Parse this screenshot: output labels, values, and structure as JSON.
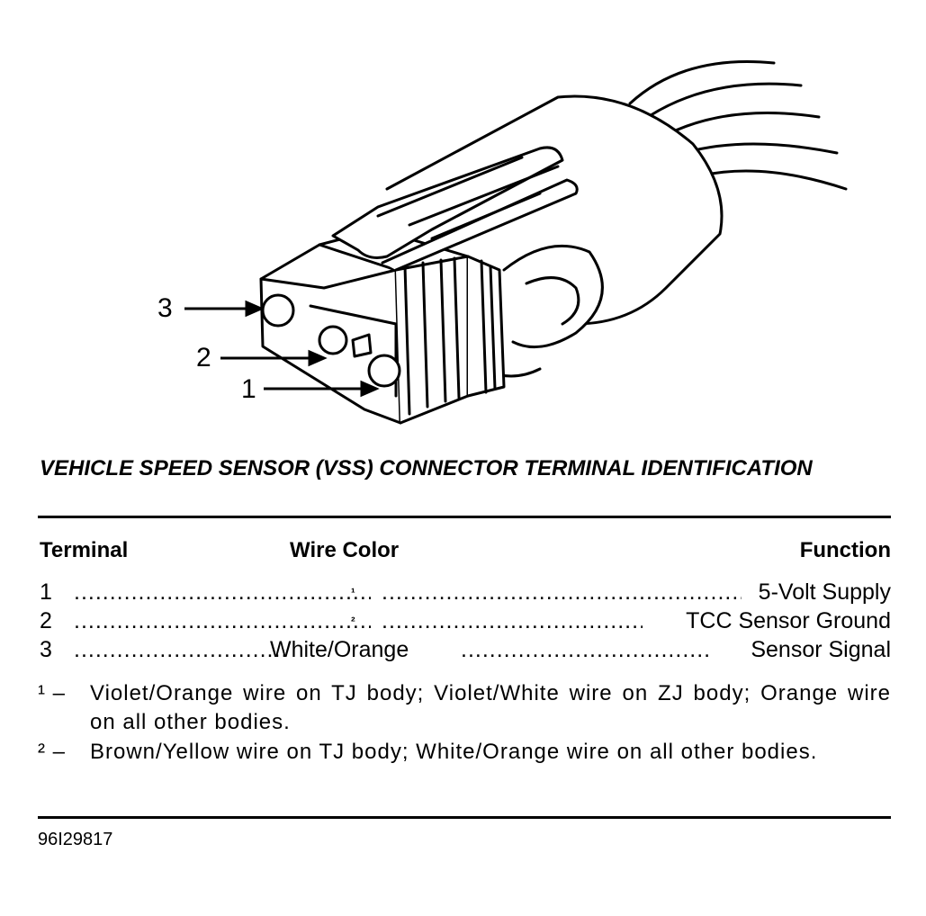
{
  "callouts": [
    "3",
    "2",
    "1"
  ],
  "title": "VEHICLE SPEED SENSOR (VSS) CONNECTOR TERMINAL IDENTIFICATION",
  "headers": {
    "terminal": "Terminal",
    "wire_color": "Wire Color",
    "function": "Function"
  },
  "rows": [
    {
      "terminal": "1",
      "wire_color": "¹",
      "function": "5-Volt Supply"
    },
    {
      "terminal": "2",
      "wire_color": "²",
      "function": "TCC Sensor Ground"
    },
    {
      "terminal": "3",
      "wire_color": "White/Orange",
      "function": "Sensor Signal"
    }
  ],
  "notes": [
    {
      "mark": "¹ –",
      "text": "Violet/Orange wire on TJ body; Violet/White wire on ZJ body; Orange wire on all other bodies."
    },
    {
      "mark": "² –",
      "text": "Brown/Yellow wire on TJ body; White/Orange wire on all other bodies."
    }
  ],
  "figure_id": "96I29817"
}
